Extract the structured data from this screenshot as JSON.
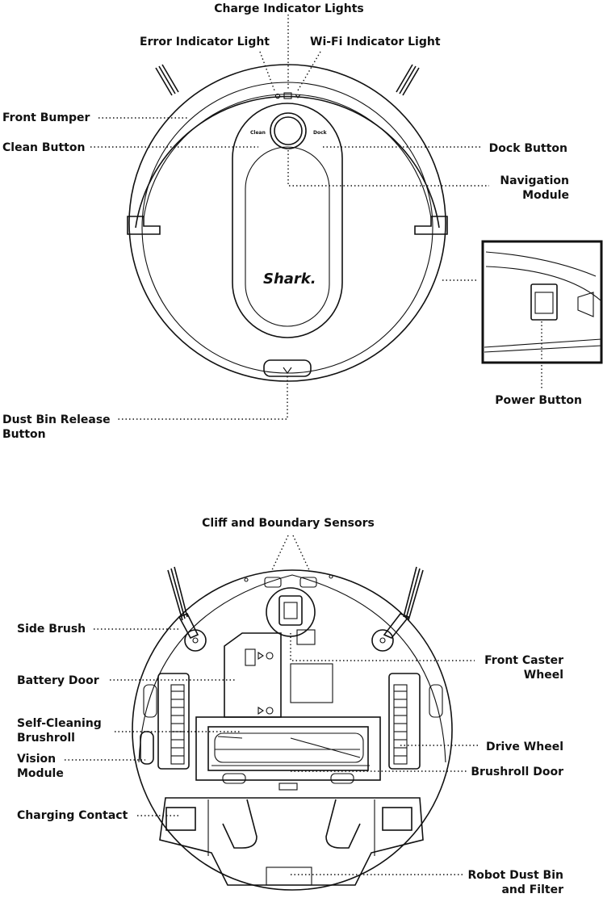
{
  "top_view": {
    "labels": {
      "charge_indicator_lights": "Charge Indicator Lights",
      "error_indicator_light": "Error Indicator Light",
      "wifi_indicator_light": "Wi-Fi Indicator Light",
      "front_bumper": "Front Bumper",
      "clean_button": "Clean Button",
      "dock_button": "Dock Button",
      "navigation_module_1": "Navigation",
      "navigation_module_2": "Module",
      "power_button": "Power Button",
      "dust_bin_release_1": "Dust Bin Release",
      "dust_bin_release_2": "Button"
    },
    "robot_text": {
      "brand": "Shark.",
      "clean": "Clean",
      "dock": "Dock"
    }
  },
  "bottom_view": {
    "labels": {
      "cliff_sensors": "Cliff and Boundary Sensors",
      "side_brush": "Side Brush",
      "front_caster_1": "Front Caster",
      "front_caster_2": "Wheel",
      "battery_door": "Battery Door",
      "self_cleaning_1": "Self-Cleaning",
      "self_cleaning_2": "Brushroll",
      "drive_wheel": "Drive Wheel",
      "vision_module_1": "Vision",
      "vision_module_2": "Module",
      "brushroll_door": "Brushroll Door",
      "charging_contact": "Charging Contact",
      "dust_bin_1": "Robot Dust Bin",
      "dust_bin_2": "and Filter"
    }
  }
}
